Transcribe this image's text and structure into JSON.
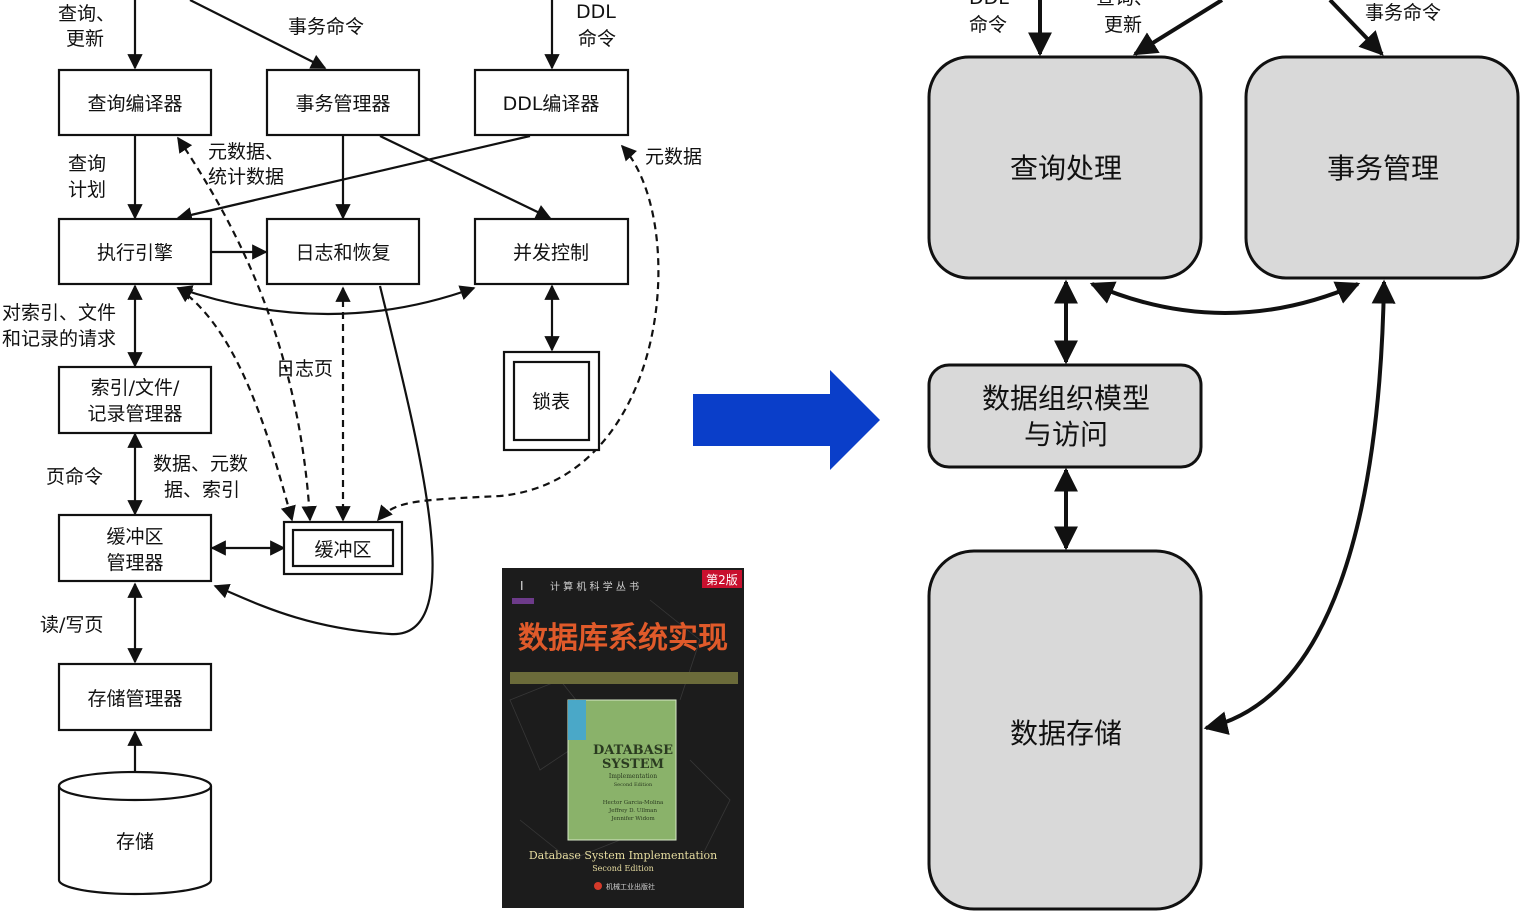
{
  "left_diagram": {
    "inputs": {
      "query_update": [
        "查询、",
        "更新"
      ],
      "txn_cmd": "事务命令",
      "ddl_cmd": [
        "DDL",
        "命令"
      ]
    },
    "boxes": {
      "query_compiler": "查询编译器",
      "txn_manager": "事务管理器",
      "ddl_compiler": "DDL编译器",
      "exec_engine": "执行引擎",
      "log_recovery": "日志和恢复",
      "concurrency": "并发控制",
      "lock_table": "锁表",
      "index_file_record_mgr": [
        "索引/文件/",
        "记录管理器"
      ],
      "buffer_mgr": [
        "缓冲区",
        "管理器"
      ],
      "buffers": "缓冲区",
      "storage_mgr": "存储管理器",
      "storage": "存储"
    },
    "edge_labels": {
      "query_plan": [
        "查询",
        "计划"
      ],
      "metadata_stats": [
        "元数据、",
        "统计数据"
      ],
      "metadata": "元数据",
      "index_file_record_req": [
        "对索引、文件",
        "和记录的请求"
      ],
      "log_pages": "日志页",
      "page_cmds": "页命令",
      "data_meta_index": [
        "数据、元数",
        "据、索引"
      ],
      "read_write_pages": "读/写页"
    }
  },
  "book": {
    "series": "计 算 机 科 学 丛 书",
    "edition_badge": "第2版",
    "title_cn": "数据库系统实现",
    "inner_title": [
      "DATABASE",
      "SYSTEM"
    ],
    "inner_sub": [
      "Implementation",
      "Second Edition"
    ],
    "inner_authors": [
      "Hector Garcia-Molina",
      "Jeffrey D. Ullman",
      "Jennifer Widom"
    ],
    "title_en": "Database System Implementation",
    "edition_en": "Second Edition",
    "publisher": "机械工业出版社"
  },
  "right_diagram": {
    "inputs": {
      "ddl_cmd": [
        "DDL",
        "命令"
      ],
      "query_update": [
        "查询、",
        "更新"
      ],
      "txn_cmd": "事务命令"
    },
    "boxes": {
      "query_processing": "查询处理",
      "txn_management": "事务管理",
      "data_org_access": [
        "数据组织模型",
        "与访问"
      ],
      "data_storage": "数据存储"
    }
  },
  "colors": {
    "arrow_blue": "#0a3ec9",
    "box_fill_gray": "#d9d9d9",
    "book_bg": "#1c1c1c",
    "book_title_red": "#e05a2a",
    "book_badge_red": "#c8102e",
    "book_inner_green": "#8ab26a"
  }
}
